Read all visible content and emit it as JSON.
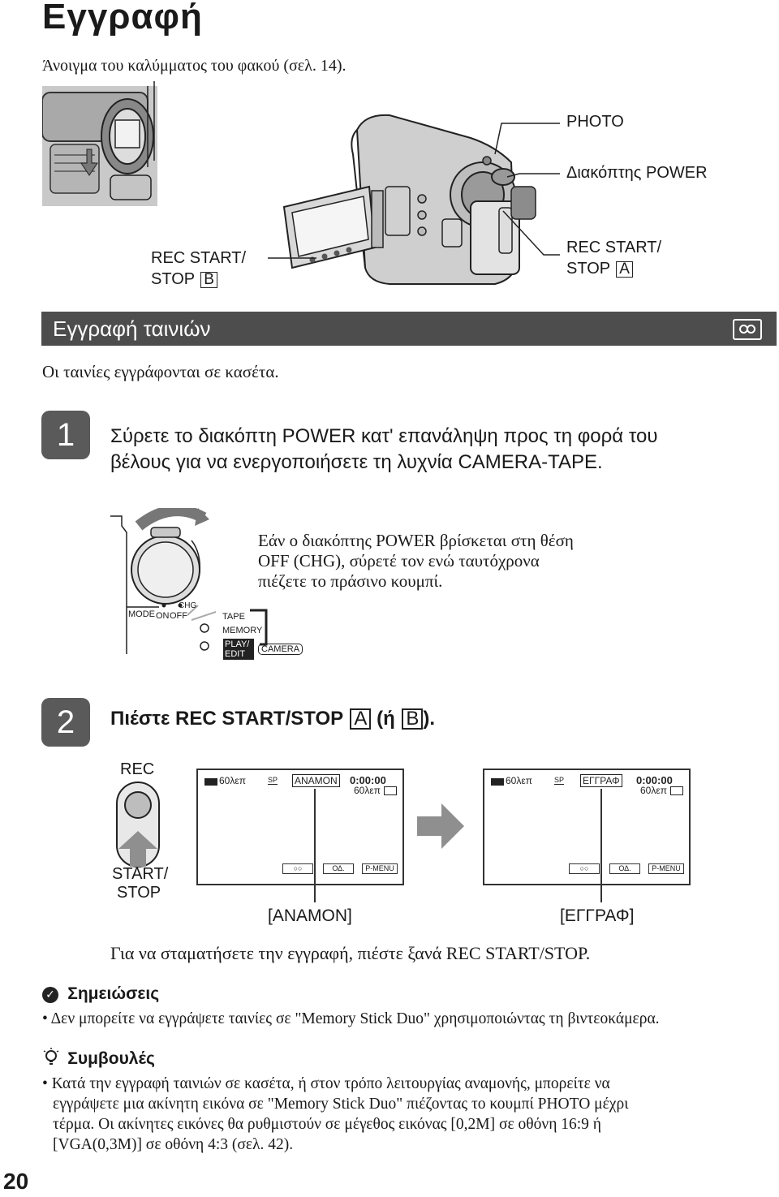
{
  "page_title": "Εγγραφή",
  "intro": "Άνοιγμα του καλύμματος του φακού (σελ. 14).",
  "callouts": {
    "photo": "PHOTO",
    "power_switch": "Διακόπτης POWER",
    "rec_a_line1": "REC START/",
    "rec_a_line2": "STOP",
    "rec_a_key": "A",
    "rec_b_line1": "REC START/",
    "rec_b_line2": "STOP",
    "rec_b_key": "B"
  },
  "section": {
    "title": "Εγγραφή ταινιών",
    "icon": "cassette-icon",
    "subtitle": "Οι ταινίες εγγράφονται σε κασέτα."
  },
  "step1": {
    "number": "1",
    "line1": "Σύρετε το διακόπτη POWER κατ' επανάληψη προς τη φορά του",
    "line2": "βέλους για να ενεργοποιήσετε τη λυχνία CAMERA-TAPE.",
    "note_line1": "Εάν ο διακόπτης POWER βρίσκεται στη θέση",
    "note_line2": "OFF (CHG), σύρετέ τον ενώ ταυτόχρονα",
    "note_line3": "πιέζετε το πράσινο κουμπί.",
    "dial": {
      "mode": "MODE",
      "on": "ON",
      "off": "OFF",
      "chg": "CHG",
      "tape": "TAPE",
      "memory": "MEMORY",
      "play": "PLAY/",
      "edit": "EDIT",
      "camera": "CAMERA"
    }
  },
  "step2": {
    "number": "2",
    "text_prefix": "Πιέστε REC START/STOP",
    "key_a": "A",
    "text_mid": "(ή",
    "key_b": "B",
    "text_suffix": ").",
    "button_top": "REC",
    "button_bottom1": "START/",
    "button_bottom2": "STOP",
    "screen1": {
      "battery": "60λεπ",
      "sp": "SP",
      "status": "ΑΝΑΜΟΝ",
      "counter": "0:00:00",
      "remaining": "60λεπ",
      "btn_od": "ΟΔ.",
      "btn_pmenu": "P-MENU",
      "caption": "[ΑΝΑΜΟΝ]"
    },
    "screen2": {
      "battery": "60λεπ",
      "sp": "SP",
      "status": "ΕΓΓΡΑΦ",
      "counter": "0:00:00",
      "remaining": "60λεπ",
      "btn_od": "ΟΔ.",
      "btn_pmenu": "P-MENU",
      "caption": "[ΕΓΓΡΑΦ]"
    },
    "stop_text": "Για να σταματήσετε την εγγραφή, πιέστε ξανά REC START/STOP."
  },
  "notes": {
    "title": "Σημειώσεις",
    "items": [
      "Δεν μπορείτε να εγγράψετε ταινίες σε \"Memory Stick Duo\" χρησιμοποιώντας τη βιντεοκάμερα."
    ]
  },
  "tips": {
    "title": "Συμβουλές",
    "line1": "Κατά την εγγραφή ταινιών σε κασέτα, ή στον τρόπο λειτουργίας αναμονής, μπορείτε να",
    "line2": "εγγράψετε μια ακίνητη εικόνα σε \"Memory Stick Duo\" πιέζοντας το κουμπί PHOTO μέχρι",
    "line3": "τέρμα. Οι ακίνητες εικόνες θα ρυθμιστούν σε μέγεθος εικόνας [0,2M] σε οθόνη 16:9 ή",
    "line4": "[VGA(0,3M)] σε οθόνη 4:3 (σελ. 42)."
  },
  "page_number": "20"
}
